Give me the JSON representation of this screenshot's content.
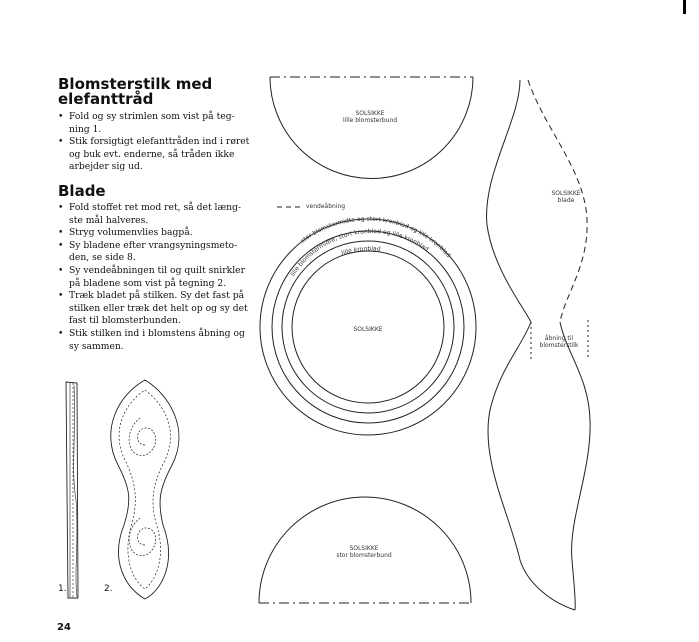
{
  "section_stem": {
    "title_line1": "Blomsterstilk med",
    "title_line2": "elefanttråd",
    "items": [
      "Fold og sy strimlen som vist på teg-",
      "ning 1.",
      "Stik forsigtigt elefanttråden ind i røret",
      "og buk evt. enderne, så tråden ikke",
      "arbejder sig ud."
    ]
  },
  "section_blade": {
    "title": "Blade",
    "items": [
      "Fold stoffet ret mod ret, så det læng-",
      "ste mål halveres.",
      "Stryg volumenvlies bagpå.",
      "Sy bladene efter vrangsyningsmeto-",
      "den, se side 8.",
      "Sy vendeåbningen til og quilt snirkler",
      "på bladene som vist på tegning 2.",
      "Træk bladet på stilken. Sy det fast på",
      "stilken eller træk det helt op og sy det",
      "fast til blomsterbunden.",
      "Stik stilken ind i blomstens åbning og",
      "sy sammen."
    ]
  },
  "figures": {
    "fig1": "1.",
    "fig2": "2."
  },
  "patterns": {
    "top_half": {
      "name": "SOLSIKKE",
      "desc": "lille blomsterbund"
    },
    "bottom_half": {
      "name": "SOLSIKKE",
      "desc": "stor blomsterbund"
    },
    "circle": {
      "name": "SOLSIKKE"
    },
    "leaf": {
      "name": "SOLSIKKE",
      "desc": "blade"
    },
    "opening_line1": "åbning til",
    "opening_line2": "blomsterstilk",
    "legend": "vendeåbning",
    "ring_outer": "stor blomstermidte og stort kronblad og lille kronblad",
    "ring_middle": "lille blomstermidte, stort kronblad og lille kronblad",
    "ring_inner": "lille kronblad"
  },
  "page_number": "24"
}
